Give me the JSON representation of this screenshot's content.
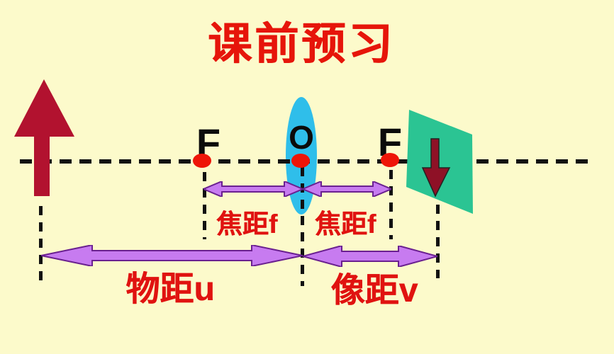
{
  "title": "课前预习",
  "colors": {
    "background": "#FCFACB",
    "title-red": "#E6150A",
    "label-red": "#E01310",
    "object-arrow": "#B2122F",
    "image-arrow": "#8E1126",
    "lens-cyan": "#2FBEEA",
    "screen-green": "#2BC493",
    "arrow-purple": "#C77BF0",
    "arrow-purple-outline": "#6A2090",
    "axis-black": "#111111",
    "dot-red": "#EE1508"
  },
  "diagram": {
    "lens_center_label": "O",
    "focal_point_left_label": "F",
    "focal_point_right_label": "F",
    "focal_length_left_label": "焦距f",
    "focal_length_right_label": "焦距f",
    "object_distance_label": "物距u",
    "image_distance_label": "像距v"
  }
}
